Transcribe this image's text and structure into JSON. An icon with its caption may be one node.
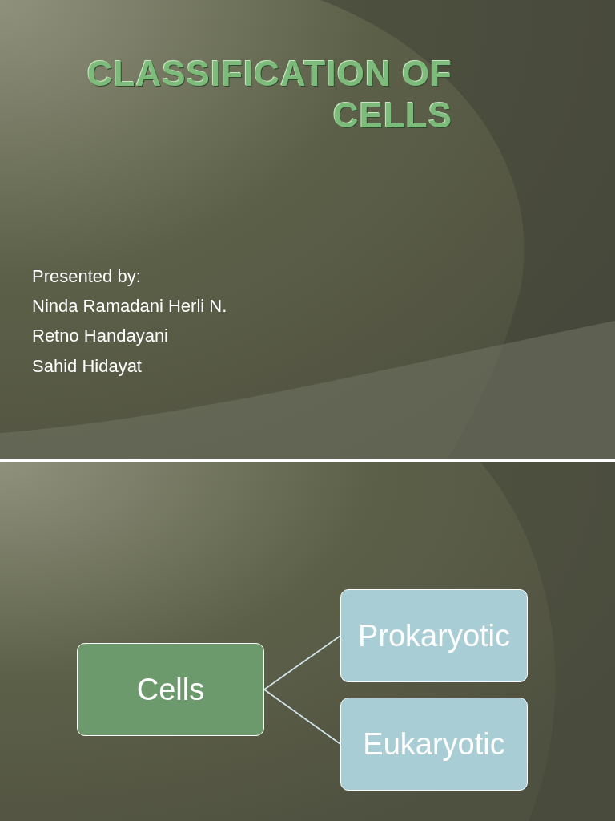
{
  "diagram": {
    "title": "CLASSIFICATION OF CELLS",
    "nodes": [
      {
        "text": [
          "Cells"
        ]
      },
      {
        "text": [
          "Prokaryotic"
        ]
      },
      {
        "text": [
          "Eukaryotic"
        ]
      }
    ],
    "edges": [
      {
        "from": 0,
        "to": 1,
        "arrow": "none"
      },
      {
        "from": 0,
        "to": 2,
        "arrow": "none"
      }
    ],
    "labels": [
      "Presented by:",
      "Ninda Ramadani Herli N.",
      "Retno Handayani",
      "Sahid Hidayat"
    ]
  }
}
